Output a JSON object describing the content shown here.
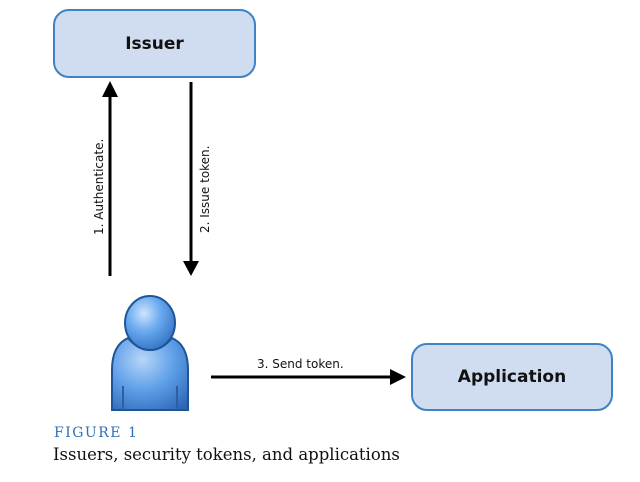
{
  "nodes": {
    "issuer": "Issuer",
    "application": "Application"
  },
  "edges": {
    "authenticate": "1. Authenticate.",
    "issue_token": "2. Issue token.",
    "send_token": "3. Send token."
  },
  "figure": {
    "label": "FIGURE 1",
    "caption": "Issuers, security tokens, and applications"
  },
  "icons": {
    "user": "user-icon"
  },
  "colors": {
    "box_fill": "#d0dcef",
    "box_border": "#3f82c7",
    "user_blue": "#5b9ee6",
    "figure_label": "#2f6fb5",
    "arrow": "#000000"
  }
}
